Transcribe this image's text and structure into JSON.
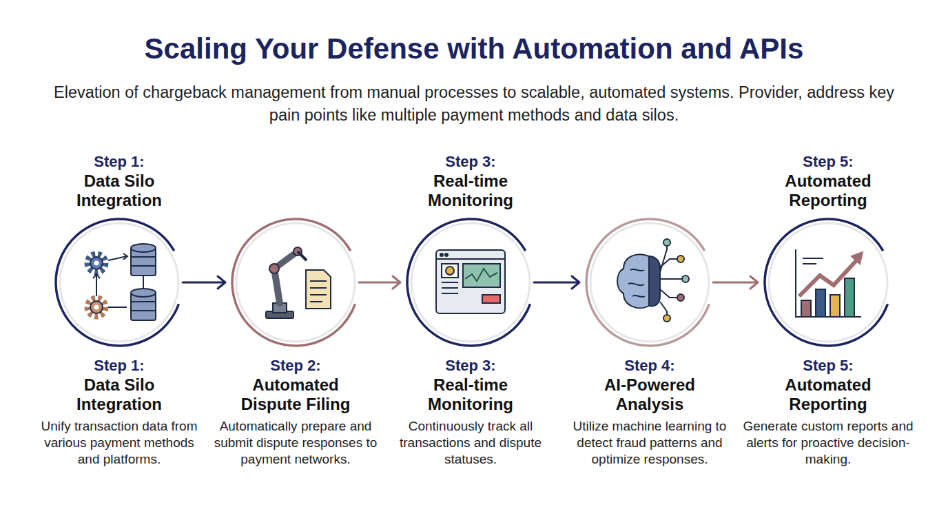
{
  "diagram": {
    "title": "Scaling Your Defense with Automation and APIs",
    "nodes": [
      {
        "text": [
          "Step 1:",
          "Data Silo Integration",
          "Step 1:",
          "Data Silo Integration",
          "Unify transaction data from various payment methods and platforms."
        ]
      },
      {
        "text": [
          "Step 2:",
          "Automated Dispute Filing",
          "Automatically prepare and submit dispute responses to payment networks."
        ]
      },
      {
        "text": [
          "Step 3:",
          "Real-time Monitoring",
          "Step 3:",
          "Real-time Monitoring",
          "Continuously track all transactions and dispute statuses."
        ]
      },
      {
        "text": [
          "Step 4:",
          "AI-Powered Analysis",
          "Utilize machine learning to detect fraud patterns and optimize responses."
        ]
      },
      {
        "text": [
          "Step 5:",
          "Automated Reporting",
          "Step 5:",
          "Automated Reporting",
          "Generate custom reports and alerts for proactive decision-making."
        ]
      }
    ],
    "edges": [
      {
        "from": 0,
        "to": 1,
        "arrow": "to"
      },
      {
        "from": 1,
        "to": 2,
        "arrow": "to"
      },
      {
        "from": 2,
        "to": 3,
        "arrow": "to"
      },
      {
        "from": 3,
        "to": 4,
        "arrow": "to"
      }
    ],
    "labels": [
      "Elevation of chargeback management from manual processes to scalable, automated systems. Provider, address key pain points like multiple payment methods and data silos."
    ]
  }
}
